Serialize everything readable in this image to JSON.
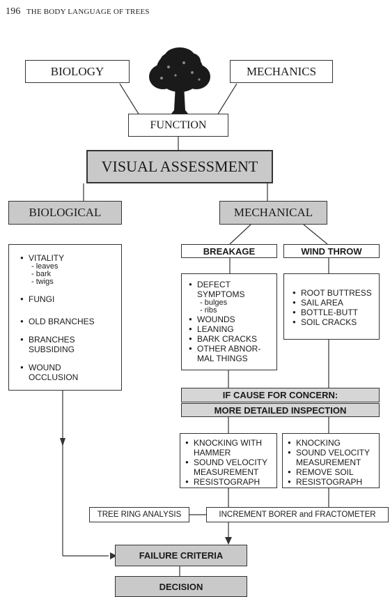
{
  "header": {
    "page_number": "196",
    "book_title": "THE BODY LANGUAGE OF TREES"
  },
  "top": {
    "biology": "BIOLOGY",
    "mechanics": "MECHANICS",
    "function": "FUNCTION"
  },
  "visual_assessment": "VISUAL ASSESSMENT",
  "biological": {
    "title": "BIOLOGICAL",
    "vitality": "VITALITY",
    "vitality_subs": [
      "leaves",
      "bark",
      "twigs"
    ],
    "items": [
      "FUNGI",
      "OLD BRANCHES",
      "BRANCHES SUBSIDING",
      "WOUND OCCLUSION"
    ]
  },
  "mechanical": {
    "title": "MECHANICAL"
  },
  "breakage": {
    "title": "BREAKAGE",
    "defect": "DEFECT SYMPTOMS",
    "defect_subs": [
      "bulges",
      "ribs"
    ],
    "items": [
      "WOUNDS",
      "LEANING",
      "BARK CRACKS",
      "OTHER ABNOR-MAL THINGS"
    ]
  },
  "wind_throw": {
    "title": "WIND THROW",
    "items": [
      "ROOT BUTTRESS",
      "SAIL AREA",
      "BOTTLE-BUTT",
      "SOIL CRACKS"
    ]
  },
  "concern": {
    "line1": "IF CAUSE FOR CONCERN:",
    "line2": "MORE DETAILED INSPECTION"
  },
  "inspect_left": {
    "items": [
      "KNOCKING WITH HAMMER",
      "SOUND VELOCITY MEASUREMENT",
      "RESISTOGRAPH"
    ]
  },
  "inspect_right": {
    "items": [
      "KNOCKING",
      "SOUND VELOCITY MEASUREMENT",
      "REMOVE SOIL",
      "RESISTOGRAPH"
    ]
  },
  "tree_ring": "TREE RING ANALYSIS",
  "increment": "INCREMENT BORER and FRACTOMETER",
  "failure": "FAILURE CRITERIA",
  "decision": "DECISION"
}
